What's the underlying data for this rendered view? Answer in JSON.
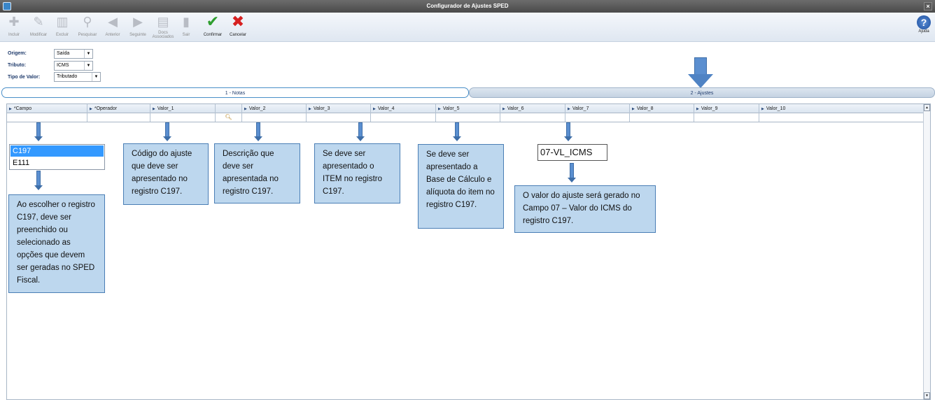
{
  "window": {
    "title": "Configurador de Ajustes SPED"
  },
  "toolbar": {
    "buttons": [
      {
        "label": "Incluir",
        "icon": "add-doc-icon",
        "enabled": false
      },
      {
        "label": "Modificar",
        "icon": "edit-doc-icon",
        "enabled": false
      },
      {
        "label": "Excluir",
        "icon": "trash-icon",
        "enabled": false
      },
      {
        "label": "Pesquisar",
        "icon": "magnifier-icon",
        "enabled": false
      },
      {
        "label": "Anterior",
        "icon": "arrow-left-icon",
        "enabled": false
      },
      {
        "label": "Seguinte",
        "icon": "arrow-right-icon",
        "enabled": false
      },
      {
        "label": "Docs Associados",
        "icon": "docs-icon",
        "enabled": false
      },
      {
        "label": "Sair",
        "icon": "exit-door-icon",
        "enabled": false
      },
      {
        "label": "Confirmar",
        "icon": "check-icon",
        "enabled": true
      },
      {
        "label": "Cancelar",
        "icon": "x-icon",
        "enabled": true
      }
    ],
    "help_label": "Ajuda"
  },
  "form": {
    "origem_label": "Origem:",
    "origem_value": "Saída",
    "tributo_label": "Tributo:",
    "tributo_value": "ICMS",
    "tipo_label": "Tipo de Valor:",
    "tipo_value": "Tributado"
  },
  "tabs": [
    {
      "label": "1 - Notas",
      "active": true
    },
    {
      "label": "2 - Ajustes",
      "active": false
    }
  ],
  "grid": {
    "columns": [
      "*Campo",
      "*Operador",
      "Valor_1",
      "",
      "Valor_2",
      "Valor_3",
      "Valor_4",
      "Valor_5",
      "Valor_6",
      "Valor_7",
      "Valor_8",
      "Valor_9",
      "Valor_10"
    ]
  },
  "campo_options": [
    "C197",
    "E111"
  ],
  "valor7_field": "07-VL_ICMS",
  "callouts": {
    "campo": "Ao escolher o registro C197, deve ser preenchido ou selecionado as opções que devem ser geradas no SPED Fiscal.",
    "valor1": "Código do ajuste que deve ser apresentado no registro C197.",
    "valor2": "Descrição que deve ser apresentada no registro C197.",
    "valor3": "Se deve ser apresentado o ITEM no registro C197.",
    "valor5": "Se deve ser apresentado a Base de Cálculo e alíquota do item no registro C197.",
    "valor7": "O valor do ajuste será gerado no Campo 07 – Valor do ICMS do registro C197."
  },
  "colors": {
    "callout_bg": "#bdd7ee",
    "callout_border": "#4a7eb5",
    "arrow": "#5b8fd0",
    "selection": "#3399ff"
  }
}
